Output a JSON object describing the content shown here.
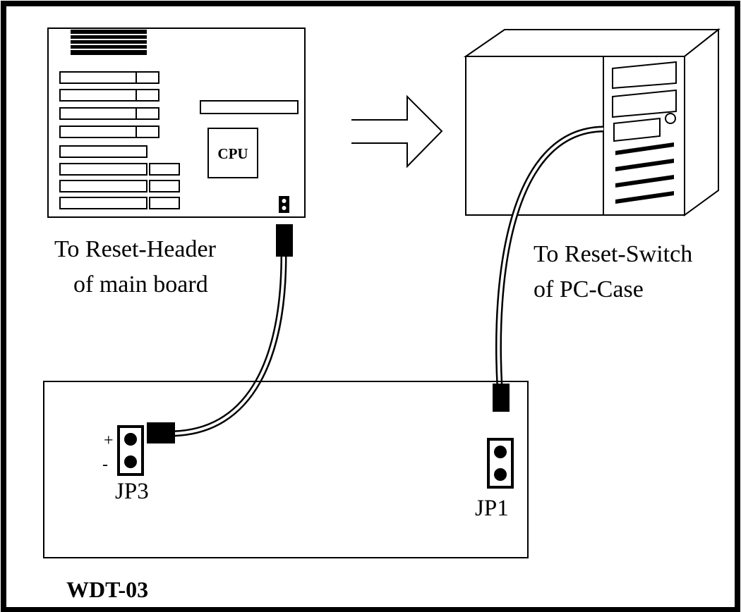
{
  "labels": {
    "mainboard_line1": "To Reset-Header",
    "mainboard_line2": "of main board",
    "case_line1": "To Reset-Switch",
    "case_line2": "of PC-Case",
    "cpu": "CPU",
    "jp3": "JP3",
    "jp1": "JP1",
    "plus": "+",
    "minus": "-",
    "board_name": "WDT-03"
  },
  "icons": {
    "mainboard": "motherboard-icon",
    "pc_case": "pc-tower-icon",
    "arrow": "arrow-right-icon"
  },
  "colors": {
    "ink": "#000000",
    "paper": "#ffffff"
  }
}
